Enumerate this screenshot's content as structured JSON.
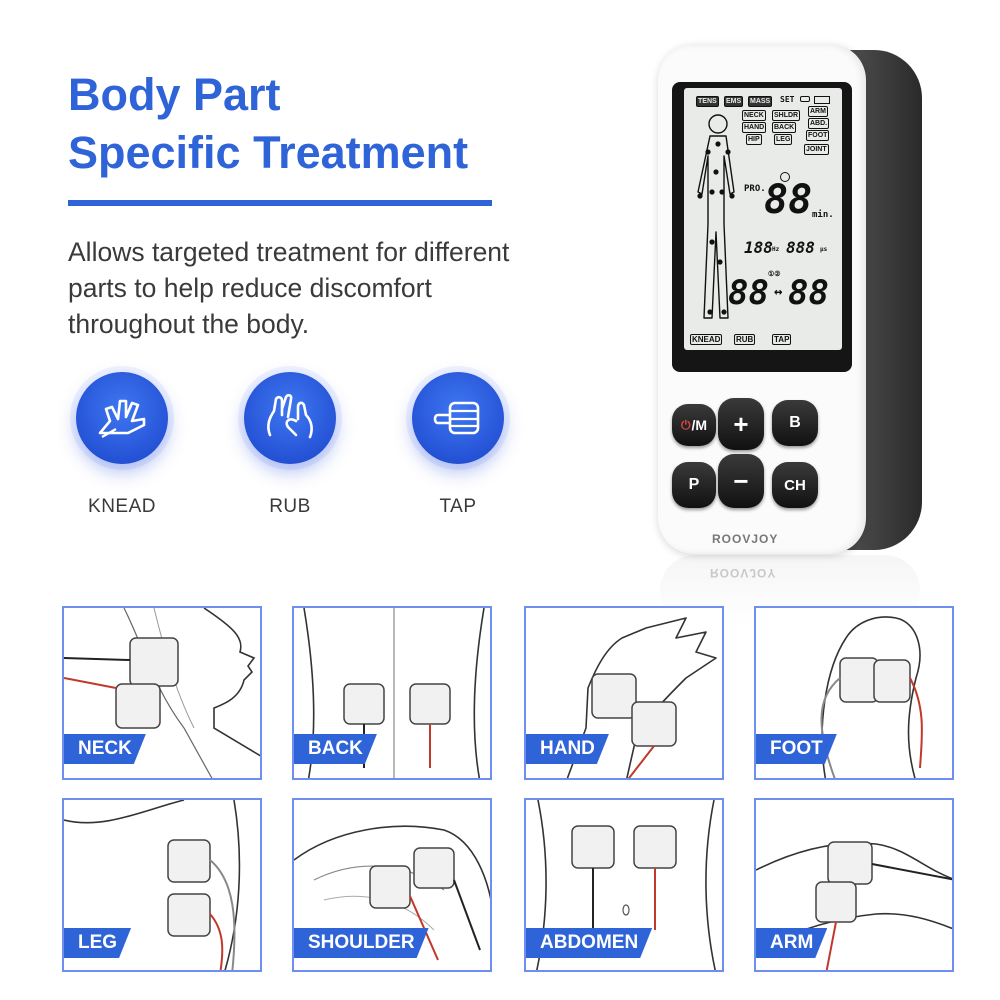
{
  "headline": {
    "line1": "Body Part",
    "line2": "Specific Treatment"
  },
  "description": {
    "line1": "Allows targeted treatment for different",
    "line2": "parts to help reduce discomfort",
    "line3": "throughout the body."
  },
  "modes": [
    {
      "label": "KNEAD",
      "icon": "knead-hand-icon"
    },
    {
      "label": "RUB",
      "icon": "rub-hands-icon"
    },
    {
      "label": "TAP",
      "icon": "tap-fist-icon"
    }
  ],
  "device": {
    "brand": "ROOVJOY",
    "lcd": {
      "mode_tags": [
        "TENS",
        "EMS",
        "MASS"
      ],
      "set": "SET",
      "body_tags": [
        "NECK",
        "SHLDR",
        "ARM",
        "HAND",
        "BACK",
        "ABD.",
        "HIP",
        "LEG",
        "FOOT",
        "JOINT"
      ],
      "pro": "PRO.",
      "timer": "88",
      "timer_unit": "min.",
      "freq": "188",
      "freq_unit": "Hz",
      "pulse": "888",
      "pulse_unit": "μs",
      "left_level": "88",
      "right_level": "88",
      "arrows": "↔",
      "channel_marks": "①②",
      "bottom_tags": [
        "KNEAD",
        "RUB",
        "TAP"
      ]
    },
    "buttons": {
      "power": "/M",
      "plus": "+",
      "b": "B",
      "p": "P",
      "minus": "−",
      "ch": "CH"
    }
  },
  "placements": [
    {
      "label": "NECK"
    },
    {
      "label": "BACK"
    },
    {
      "label": "HAND"
    },
    {
      "label": "FOOT"
    },
    {
      "label": "LEG"
    },
    {
      "label": "SHOULDER"
    },
    {
      "label": "ABDOMEN"
    },
    {
      "label": "ARM"
    }
  ],
  "colors": {
    "accent": "#2f64d8",
    "panel_border": "#6d8ff0",
    "device_dark": "#2c2c2c"
  }
}
